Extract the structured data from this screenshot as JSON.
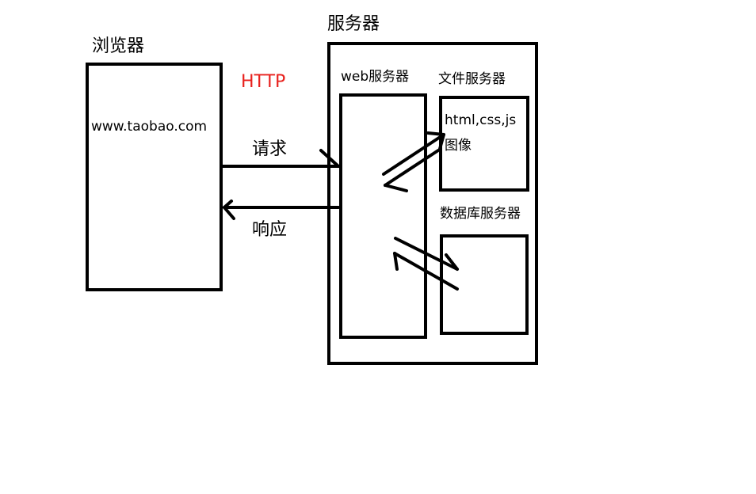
{
  "browser": {
    "title": "浏览器",
    "url": "www.taobao.com"
  },
  "protocol": {
    "label": "HTTP",
    "color": "#e8211d"
  },
  "request": {
    "label": "请求"
  },
  "response": {
    "label": "响应"
  },
  "server": {
    "title": "服务器"
  },
  "web_server": {
    "title": "web服务器"
  },
  "file_server": {
    "title": "文件服务器",
    "content_line1": "html,css,js",
    "content_line2": "图像"
  },
  "db_server": {
    "title": "数据库服务器"
  }
}
